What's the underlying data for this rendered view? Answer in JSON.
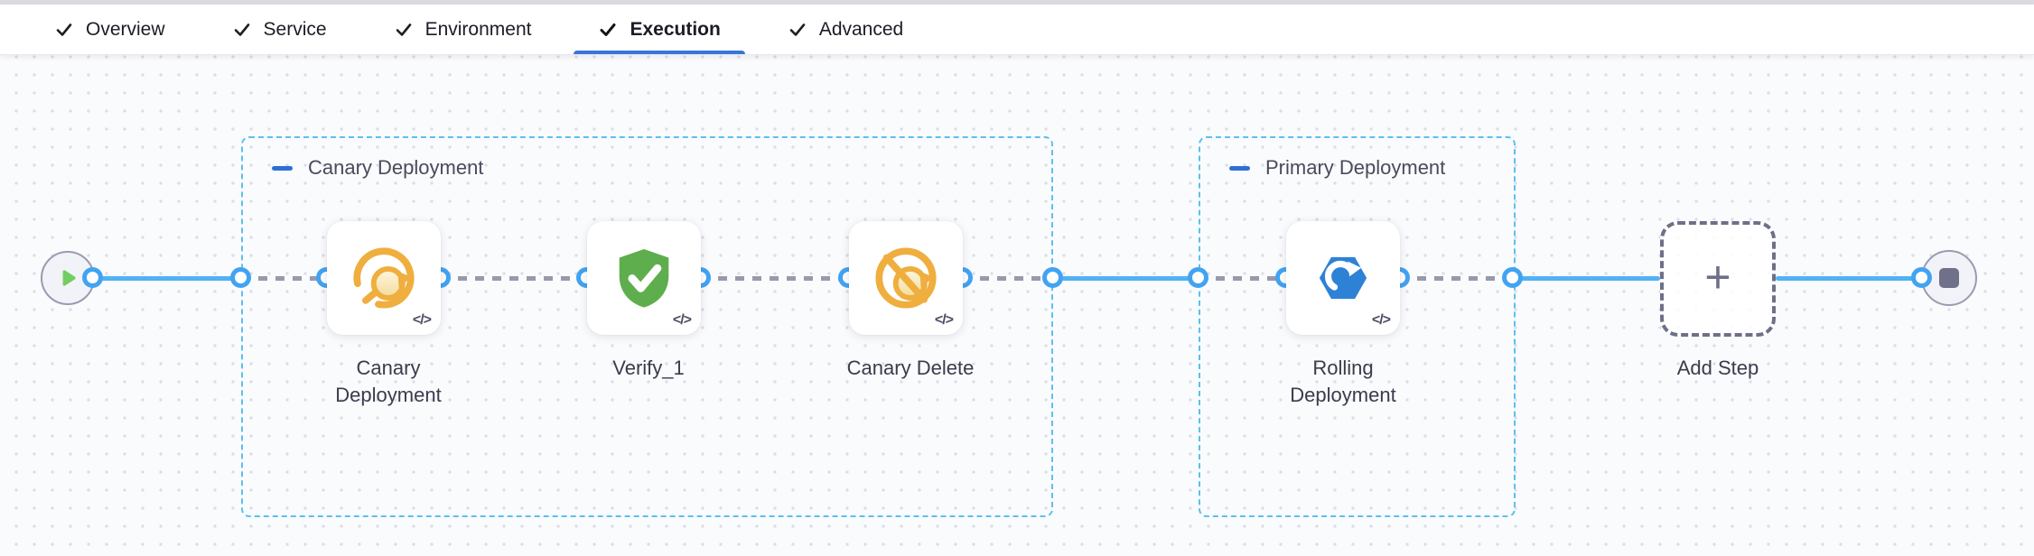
{
  "tabs": {
    "items": [
      {
        "label": "Overview",
        "state": "completed",
        "active": false
      },
      {
        "label": "Service",
        "state": "completed",
        "active": false
      },
      {
        "label": "Environment",
        "state": "completed",
        "active": false
      },
      {
        "label": "Execution",
        "state": "completed",
        "active": true
      },
      {
        "label": "Advanced",
        "state": "completed",
        "active": false
      }
    ]
  },
  "canvas": {
    "start_node_icon": "play-icon",
    "end_node_icon": "stop-icon",
    "groups": [
      {
        "label": "Canary Deployment",
        "collapse_icon": "minus-icon"
      },
      {
        "label": "Primary Deployment",
        "collapse_icon": "minus-icon"
      }
    ],
    "steps": [
      {
        "label": "Canary Deployment",
        "icon": "canary-icon",
        "badge": "</>"
      },
      {
        "label": "Verify_1",
        "icon": "shield-check-icon",
        "badge": "</>"
      },
      {
        "label": "Canary Delete",
        "icon": "canary-slash-icon",
        "badge": "</>"
      },
      {
        "label": "Rolling Deployment",
        "icon": "rolling-update-icon",
        "badge": "</>"
      }
    ],
    "add_step": {
      "label": "Add Step",
      "icon": "plus-icon"
    }
  },
  "colors": {
    "accent_link_blue": "#4fb2f5",
    "connector_node_blue": "#42a3f2",
    "tab_underline_blue": "#3b73d8",
    "group_border_blue": "#5cc0ee",
    "collapse_minus_blue": "#2f6fd6",
    "dashed_link_gray": "#9799ac",
    "canary_amber": "#efae3e",
    "verify_green": "#5fae4e",
    "rolling_blue": "#2e82d6",
    "play_green": "#73ce62",
    "stop_slate": "#6f7089",
    "canvas_bg": "#fafbfd"
  }
}
